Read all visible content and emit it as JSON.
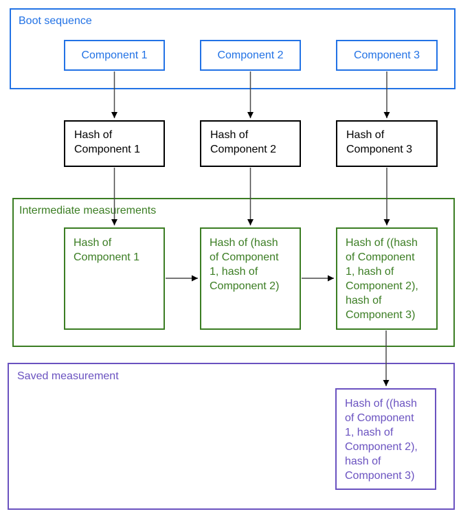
{
  "colors": {
    "blue": "#2272e5",
    "green": "#3b7d23",
    "purple": "#6a52c0",
    "black": "#000000",
    "arrow": "#4a4a4a"
  },
  "boot_sequence": {
    "label": "Boot sequence",
    "components": [
      "Component 1",
      "Component 2",
      "Component 3"
    ]
  },
  "hashes": [
    "Hash of\nComponent 1",
    "Hash of\nComponent 2",
    "Hash of\nComponent 3"
  ],
  "intermediate": {
    "label": "Intermediate measurements",
    "boxes": [
      "Hash of\nComponent 1",
      "Hash of (hash\nof Component\n1, hash of\nComponent 2)",
      "Hash of ((hash\nof Component\n1, hash of\nComponent 2),\nhash of\nComponent 3)"
    ]
  },
  "saved": {
    "label": "Saved measurement",
    "box": "Hash of ((hash\nof Component\n1, hash of\nComponent 2),\nhash of\nComponent 3)"
  }
}
